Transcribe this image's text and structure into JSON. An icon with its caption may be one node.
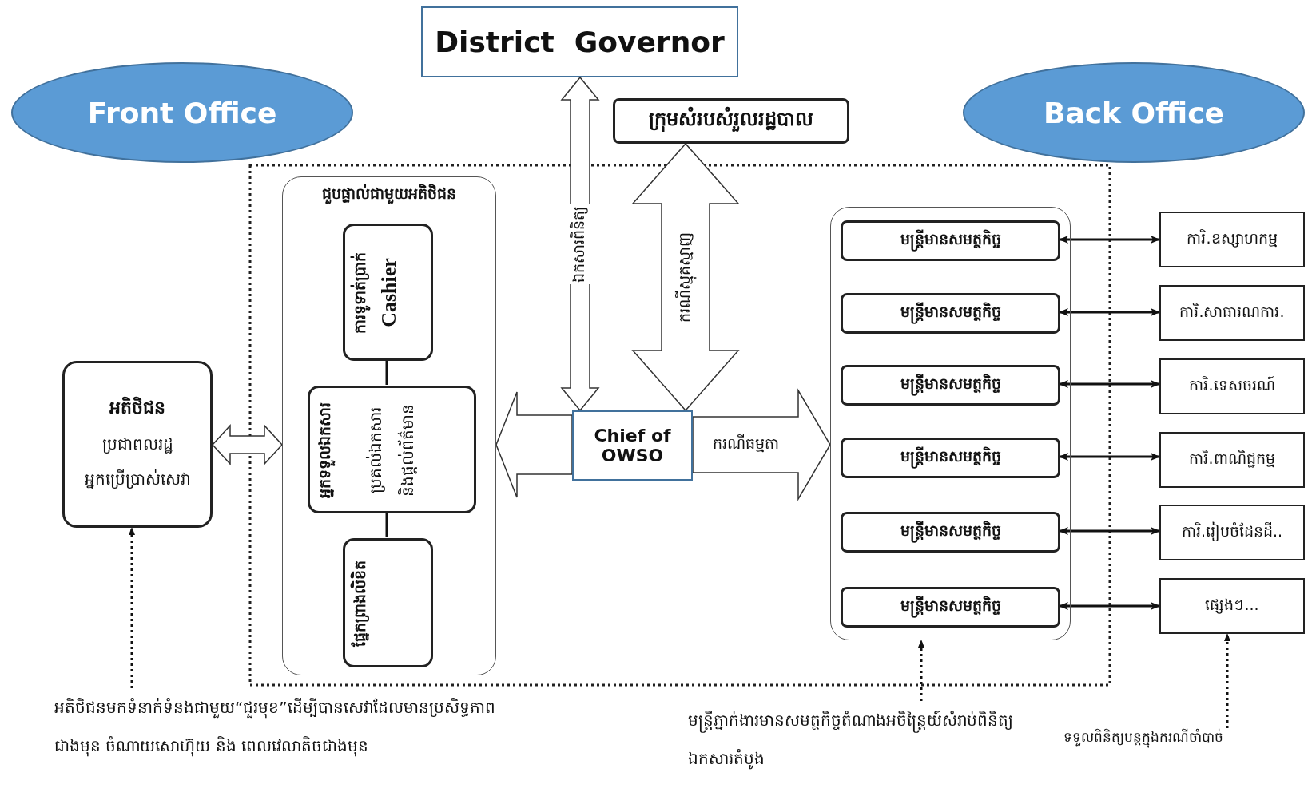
{
  "diagram": {
    "nodes": [
      {
        "text": [
          "Front Office"
        ]
      },
      {
        "text": [
          "Back Office"
        ]
      },
      {
        "text": [
          "District  Governor"
        ]
      },
      {
        "text": [
          "ក្រុមសំរបសំរួលរដ្ឋបាល"
        ]
      },
      {
        "text": [
          "អតិថិជន",
          "ប្រជាពលរដ្ឋ",
          "អ្នកប្រើប្រាស់សេវា"
        ]
      },
      {
        "text": [
          "ជួបផ្ទាល់ជាមួយអតិថិជន"
        ]
      },
      {
        "text": [
          "ការទូទាត់ប្រាក់",
          "Cashier"
        ],
        "in": 5
      },
      {
        "text": [
          "អ្នកទទួលឯកសារ",
          "ប្រគល់ឯកសារ",
          "និងផ្តល់ព័ត៌មាន"
        ],
        "in": 5
      },
      {
        "text": [
          "ផ្នែកព្រាងលិខិត"
        ],
        "in": 5
      },
      {
        "text": [
          "Chief of OWSO"
        ]
      },
      {
        "text": [],
        "shape": "box"
      },
      {
        "text": [
          "មន្ត្រីមានសមត្ថកិច្ច"
        ],
        "in": 10
      },
      {
        "text": [
          "មន្ត្រីមានសមត្ថកិច្ច"
        ],
        "in": 10
      },
      {
        "text": [
          "មន្ត្រីមានសមត្ថកិច្ច"
        ],
        "in": 10
      },
      {
        "text": [
          "មន្ត្រីមានសមត្ថកិច្ច"
        ],
        "in": 10
      },
      {
        "text": [
          "មន្ត្រីមានសមត្ថកិច្ច"
        ],
        "in": 10
      },
      {
        "text": [
          "មន្ត្រីមានសមត្ថកិច្ច"
        ],
        "in": 10
      },
      {
        "text": [
          "ការិ.ឧស្សាហកម្ម"
        ]
      },
      {
        "text": [
          "ការិ.សាធារណការ."
        ]
      },
      {
        "text": [
          "ការិ.ទេសចរណ៍"
        ]
      },
      {
        "text": [
          "ការិ.ពាណិជ្ជកម្ម"
        ]
      },
      {
        "text": [
          "ការិ.រៀបចំដែនដី.."
        ]
      },
      {
        "text": [
          "ផ្សេងៗ..."
        ]
      },
      {
        "text": [
          "អតិថិជនមកទំនាក់ទំនងជាមួយ“ជួរមុខ”ដើម្បីបានសេវាដែលមានប្រសិទ្ធភាពជាងមុន ចំណាយសោហ៊ុយ និង ពេលវេលាតិចជាងមុន"
        ]
      },
      {
        "text": [
          "មន្ត្រីភ្នាក់ងារមានសមត្ថកិច្ចតំណាងអចិន្ត្រៃយ៍សំរាប់ពិនិត្យឯកសារតំបូង"
        ]
      },
      {
        "text": [
          "ទទួលពិនិត្យបន្តក្នុងករណីចាំបាច់"
        ]
      }
    ],
    "edges": [
      {
        "from": 4,
        "to": 5,
        "arrow": "both",
        "style": "thick"
      },
      {
        "from": 9,
        "to": 5,
        "arrow": "to",
        "style": "thick"
      },
      {
        "from": 9,
        "to": 10,
        "arrow": "to",
        "style": "thick",
        "label": "ករណីធម្មតា"
      },
      {
        "from": 9,
        "to": 2,
        "arrow": "both",
        "style": "thick",
        "label": "ឯកសារពិនិត្យ"
      },
      {
        "from": 3,
        "to": 9,
        "arrow": "both",
        "style": "thick",
        "label": "ករណីស្មុគស្មាញ"
      },
      {
        "from": 6,
        "to": 7,
        "arrow": "none"
      },
      {
        "from": 7,
        "to": 8,
        "arrow": "none"
      },
      {
        "from": 11,
        "to": 17,
        "arrow": "both"
      },
      {
        "from": 12,
        "to": 18,
        "arrow": "both"
      },
      {
        "from": 13,
        "to": 19,
        "arrow": "both"
      },
      {
        "from": 14,
        "to": 20,
        "arrow": "both"
      },
      {
        "from": 15,
        "to": 21,
        "arrow": "both"
      },
      {
        "from": 16,
        "to": 22,
        "arrow": "both"
      },
      {
        "from": 23,
        "to": 4,
        "arrow": "to",
        "style": "dashed"
      },
      {
        "from": 24,
        "to": 10,
        "arrow": "to",
        "style": "dashed"
      },
      {
        "from": 25,
        "to": 22,
        "arrow": "to",
        "style": "dashed"
      }
    ]
  }
}
